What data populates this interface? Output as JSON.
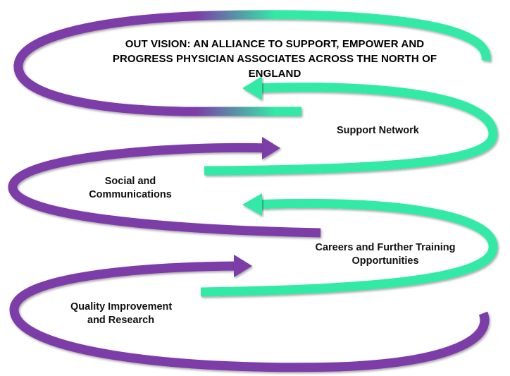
{
  "title": "OUT VISION: AN ALLIANCE TO SUPPORT, EMPOWER AND PROGRESS PHYSICIAN ASSOCIATES ACROSS THE NORTH OF ENGLAND",
  "labels": {
    "support": "Support Network",
    "social_line1": "Social and",
    "social_line2": "Communications",
    "careers_line1": "Careers and Further Training",
    "careers_line2": "Opportunities",
    "quality_line1": "Quality Improvement",
    "quality_line2": "and Research"
  },
  "colors": {
    "purple": "#7d3ca8",
    "purple_dark": "#5a2382",
    "green": "#33eaa6",
    "green_dark": "#14b97c"
  }
}
